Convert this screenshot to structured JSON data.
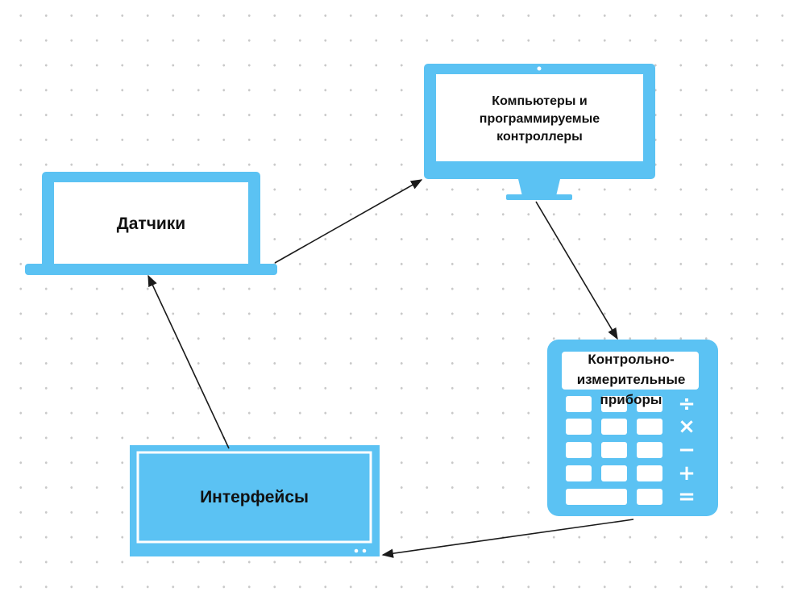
{
  "colors": {
    "device": "#5bc2f3",
    "screen": "#ffffff",
    "arrow": "#1a1a1a",
    "dots": "#c9c9c9"
  },
  "nodes": {
    "sensors": {
      "label": "Датчики",
      "icon": "laptop-icon"
    },
    "computers": {
      "label": "Компьютеры и\nпрограммируемые\nконтроллеры",
      "icon": "monitor-icon"
    },
    "instruments": {
      "label": "Контрольно-\nизмерительные\nприборы",
      "icon": "calculator-icon"
    },
    "interfaces": {
      "label": "Интерфейсы",
      "icon": "tablet-icon"
    }
  },
  "calculator_symbols": [
    "÷",
    "×",
    "−",
    "+",
    "="
  ],
  "edges": [
    {
      "from": "sensors",
      "to": "computers"
    },
    {
      "from": "computers",
      "to": "instruments"
    },
    {
      "from": "instruments",
      "to": "interfaces"
    },
    {
      "from": "interfaces",
      "to": "sensors"
    }
  ]
}
